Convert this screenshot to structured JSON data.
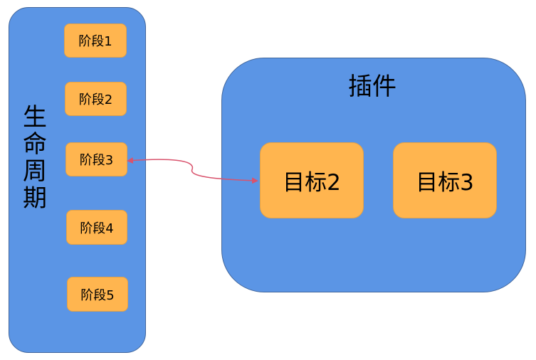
{
  "lifecycle": {
    "title": "生命周期",
    "stages": [
      {
        "label": "阶段1"
      },
      {
        "label": "阶段2"
      },
      {
        "label": "阶段3"
      },
      {
        "label": "阶段4"
      },
      {
        "label": "阶段5"
      }
    ]
  },
  "plugin": {
    "title": "插件",
    "targets": [
      {
        "label": "目标2"
      },
      {
        "label": "目标3"
      }
    ]
  },
  "colors": {
    "container": "#5b95e5",
    "box": "#ffb54f",
    "connector": "#d9536d"
  }
}
